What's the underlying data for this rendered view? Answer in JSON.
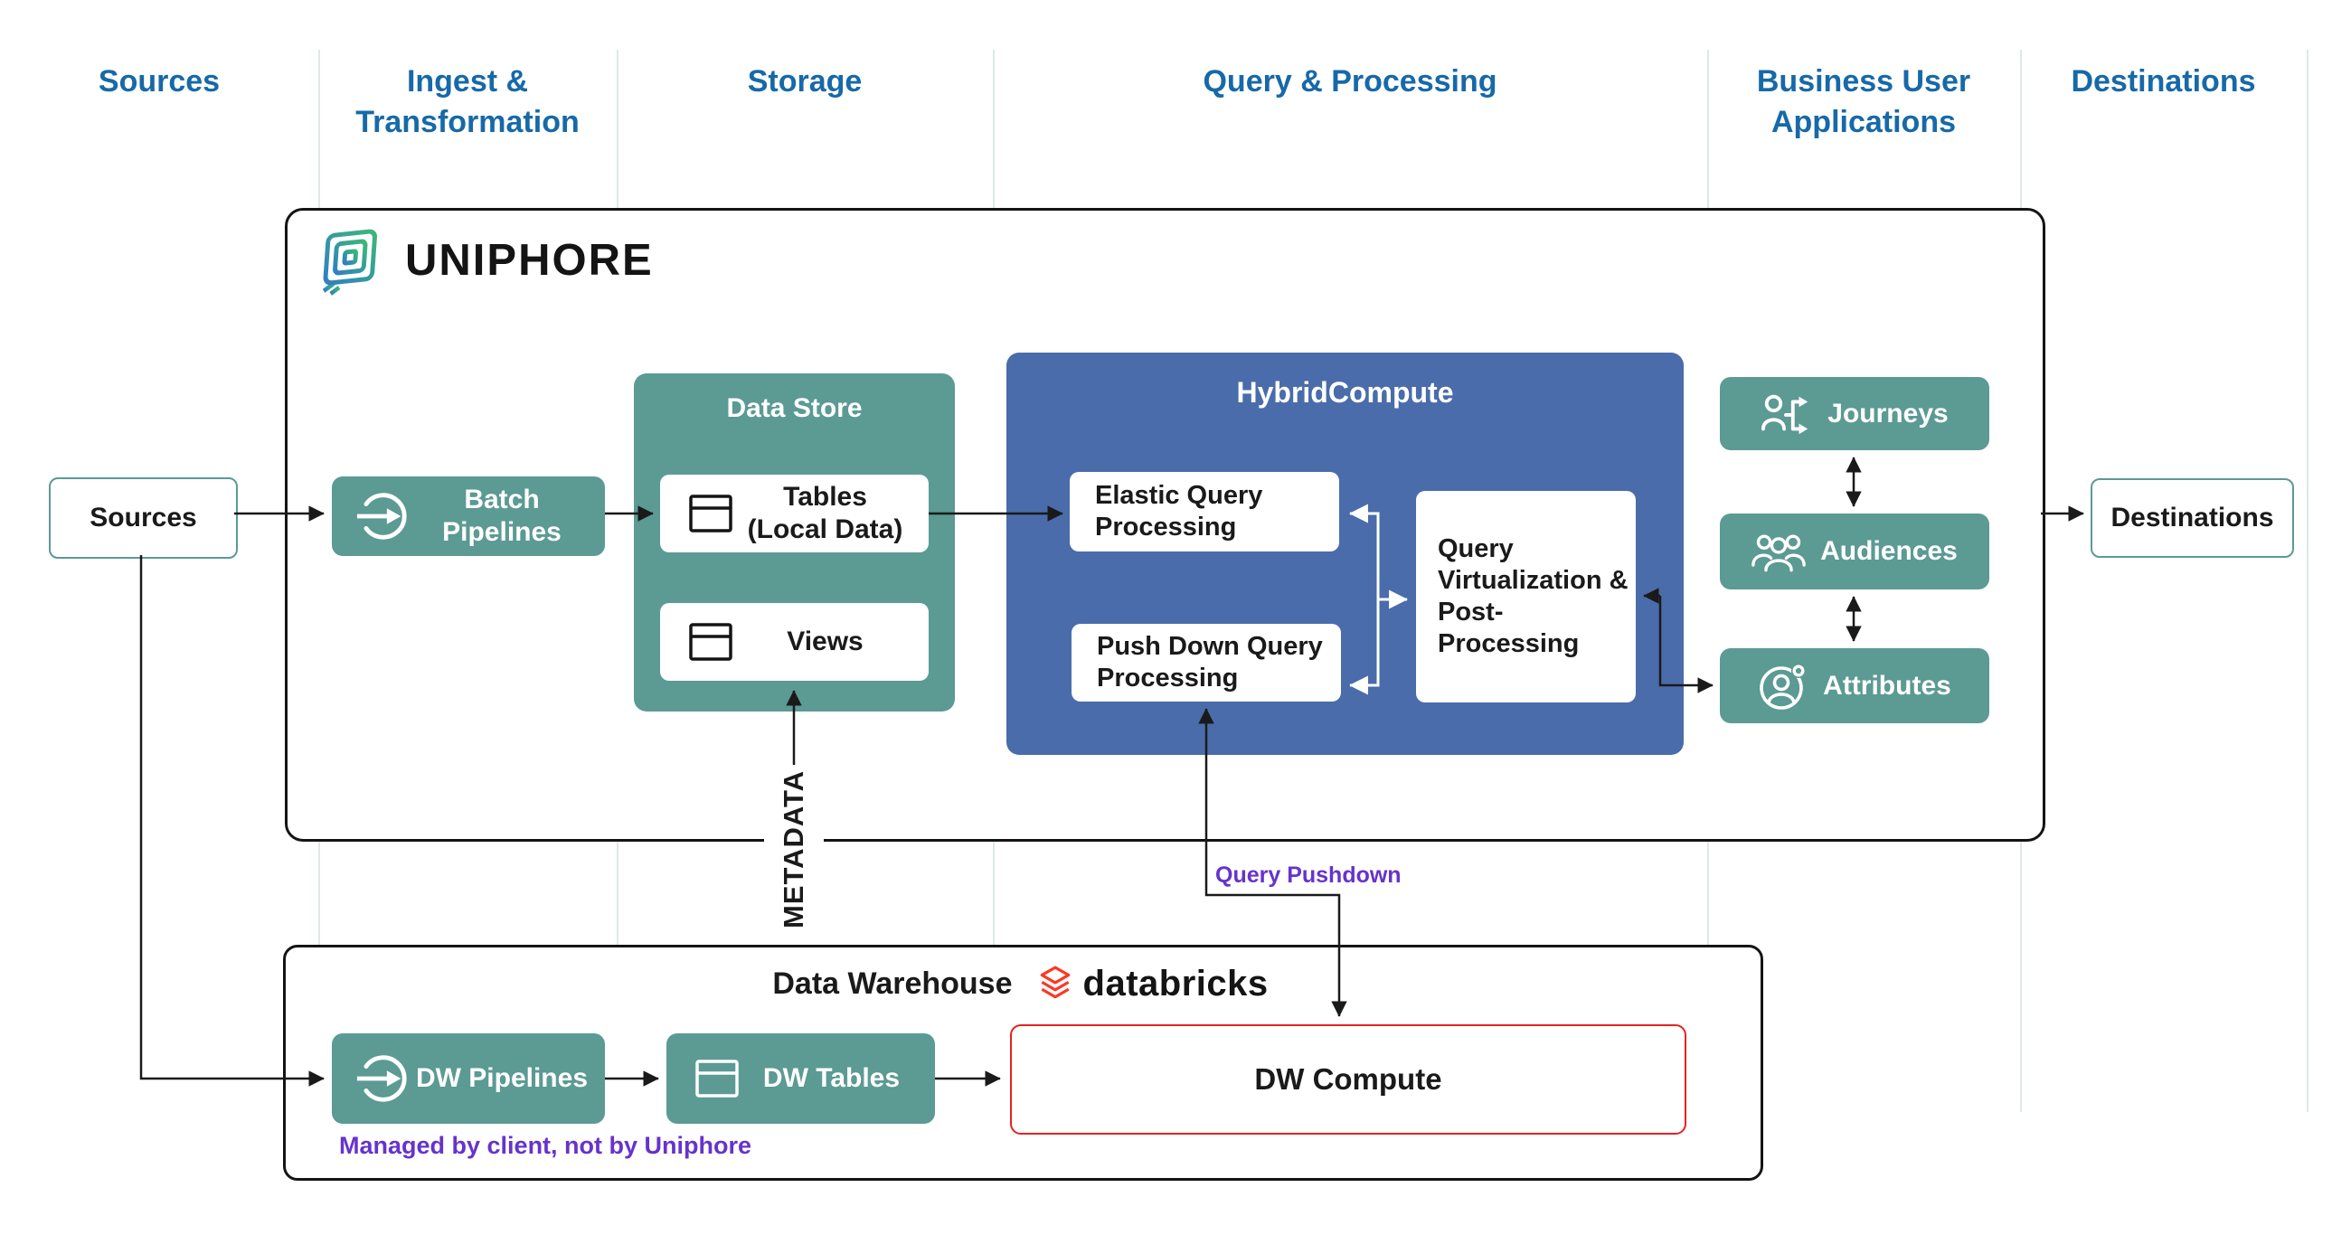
{
  "columns": [
    {
      "label": "Sources"
    },
    {
      "label": "Ingest &\nTransformation"
    },
    {
      "label": "Storage"
    },
    {
      "label": "Query & Processing"
    },
    {
      "label": "Business User\nApplications"
    },
    {
      "label": "Destinations"
    }
  ],
  "brand": {
    "name": "UNIPHORE"
  },
  "nodes": {
    "sources": "Sources",
    "batch_pipelines": "Batch\nPipelines",
    "data_store": "Data Store",
    "tables": "Tables\n(Local Data)",
    "views": "Views",
    "hybrid_compute": "HybridCompute",
    "elastic_query": "Elastic Query\nProcessing",
    "push_down_query": "Push Down Query\nProcessing",
    "query_virtualization": "Query\nVirtualization &\nPost-Processing",
    "journeys": "Journeys",
    "audiences": "Audiences",
    "attributes": "Attributes",
    "destinations": "Destinations",
    "metadata": "METADATA",
    "dw_title": "Data Warehouse",
    "databricks": "databricks",
    "dw_pipelines": "DW Pipelines",
    "dw_tables": "DW Tables",
    "dw_compute": "DW Compute"
  },
  "annotations": {
    "query_pushdown": "Query Pushdown",
    "managed_by": "Managed by client, not by Uniphore"
  },
  "colors": {
    "header_blue": "#1769a8",
    "teal": "#5c9a94",
    "hybrid_blue": "#4a6caa",
    "annotation_purple": "#6633cc",
    "dw_compute_border_red": "#e52222",
    "databricks_red": "#ff3621",
    "connector_black": "#1a1a1a",
    "column_divider": "#dde9e7"
  }
}
